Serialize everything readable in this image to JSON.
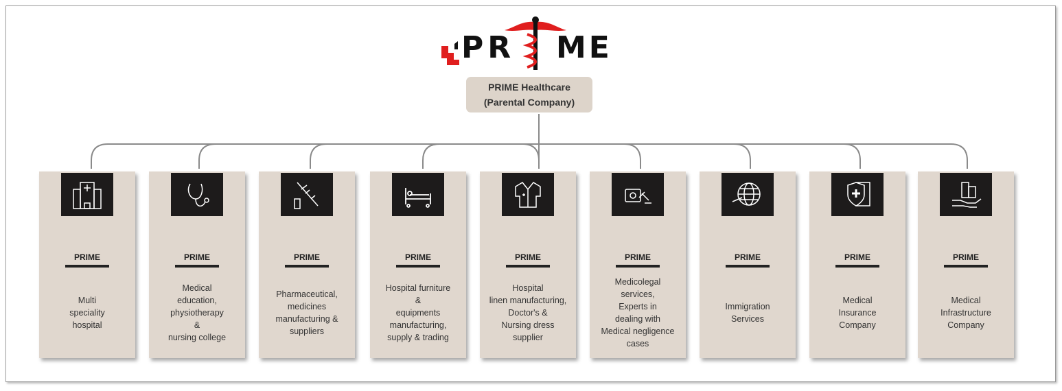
{
  "logo": {
    "text": "PRIME",
    "accent": "#e01e1e"
  },
  "parent": {
    "line1": "PRIME Healthcare",
    "line2": "(Parental Company)"
  },
  "cards": [
    {
      "icon": "hospital-icon",
      "label": "PRIME",
      "desc": "Multi\nspeciality\nhospital"
    },
    {
      "icon": "stethoscope-icon",
      "label": "PRIME",
      "desc": "Medical\neducation,\nphysiotherapy\n&\nnursing college"
    },
    {
      "icon": "syringe-icon",
      "label": "PRIME",
      "desc": "Pharmaceutical,\nmedicines\nmanufacturing &\nsuppliers"
    },
    {
      "icon": "hospital-bed-icon",
      "label": "PRIME",
      "desc": "Hospital furniture\n&\nequipments\nmanufacturing,\nsupply &  trading"
    },
    {
      "icon": "doctor-coat-icon",
      "label": "PRIME",
      "desc": "Hospital\nlinen manufacturing,\nDoctor's  &\nNursing dress\nsupplier"
    },
    {
      "icon": "medicolegal-gavel-icon",
      "label": "PRIME",
      "desc": "Medicolegal\nservices,\nExperts in\ndealing with\nMedical negligence\ncases"
    },
    {
      "icon": "globe-plane-icon",
      "label": "PRIME",
      "desc": "Immigration\nServices"
    },
    {
      "icon": "insurance-shield-icon",
      "label": "PRIME",
      "desc": "Medical\nInsurance\nCompany"
    },
    {
      "icon": "infrastructure-hand-icon",
      "label": "PRIME",
      "desc": "Medical\nInfrastructure\nCompany"
    }
  ]
}
